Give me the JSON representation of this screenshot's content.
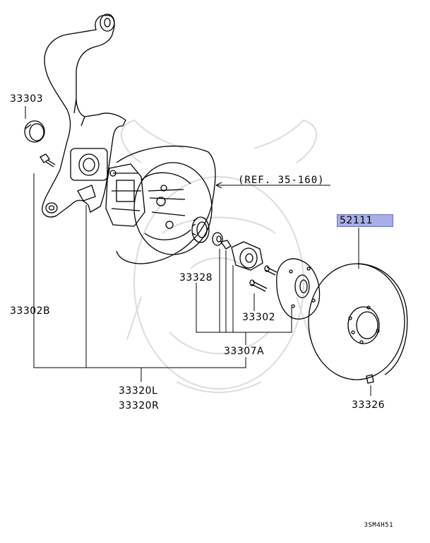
{
  "labels": {
    "p33303": "33303",
    "p33302b": "33302B",
    "p33320l": "33320L",
    "p33320r": "33320R",
    "ref": "(REF. 35-160)",
    "p52111": "52111",
    "p33328": "33328",
    "p33302": "33302",
    "p33307a": "33307A",
    "p33326": "33326"
  },
  "diagram_code": "3SM4H51",
  "colors": {
    "highlight": "#a8aee6",
    "line": "#000000",
    "watermark": "#d9d9d9"
  }
}
